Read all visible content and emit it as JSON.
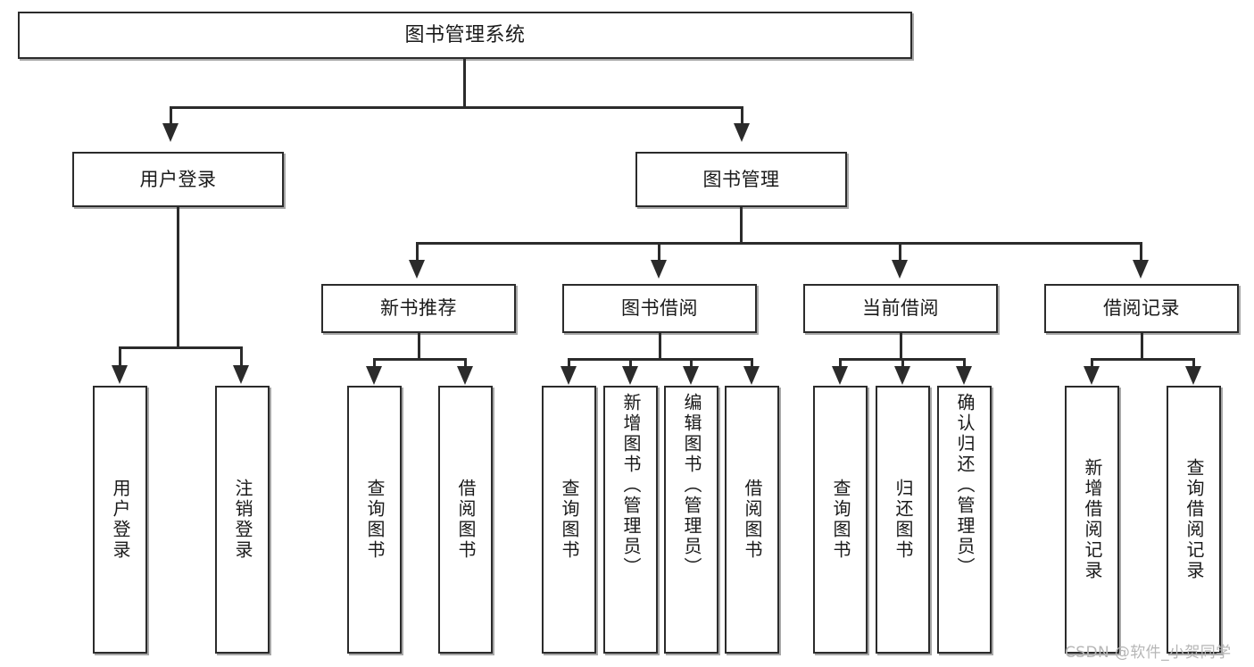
{
  "diagram": {
    "title": "图书管理系统",
    "type": "tree-hierarchy-diagram",
    "root": {
      "label": "图书管理系统"
    },
    "level2": [
      {
        "label": "用户登录"
      },
      {
        "label": "图书管理"
      }
    ],
    "level3": [
      {
        "label": "新书推荐"
      },
      {
        "label": "图书借阅"
      },
      {
        "label": "当前借阅"
      },
      {
        "label": "借阅记录"
      }
    ],
    "leaves": {
      "user_login": [
        {
          "label": "用户登录"
        },
        {
          "label": "注销登录"
        }
      ],
      "new_book_recommend": [
        {
          "label": "查询图书"
        },
        {
          "label": "借阅图书"
        }
      ],
      "book_borrow": [
        {
          "label": "查询图书"
        },
        {
          "label": "新增图书（管理员）"
        },
        {
          "label": "编辑图书（管理员）"
        },
        {
          "label": "借阅图书"
        }
      ],
      "current_borrow": [
        {
          "label": "查询图书"
        },
        {
          "label": "归还图书"
        },
        {
          "label": "确认归还（管理员）"
        }
      ],
      "borrow_record": [
        {
          "label": "新增借阅记录"
        },
        {
          "label": "查询借阅记录"
        }
      ]
    },
    "watermark": "CSDN @软件_小贺同学",
    "colors": {
      "background": "#ffffff",
      "box_fill": "#ffffff",
      "stroke": "#2b2b2b",
      "text": "#1a1a1a",
      "watermark": "#b6b6b6"
    }
  }
}
